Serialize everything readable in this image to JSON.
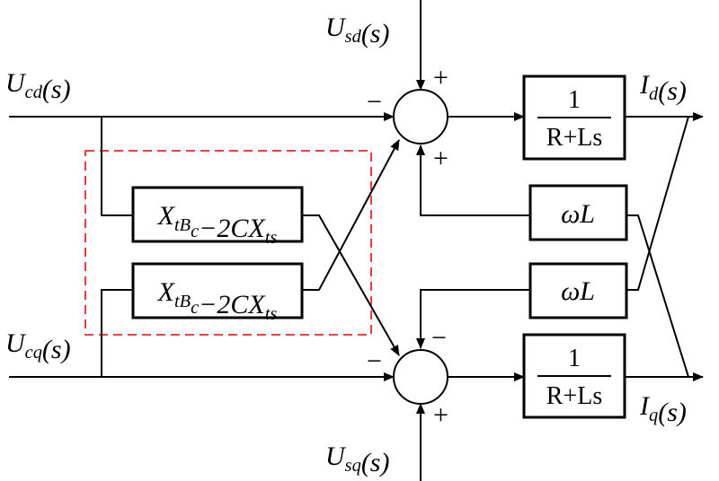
{
  "inputs": {
    "ucd": "U_cd(s)",
    "ucq": "U_cq(s)",
    "usd": "U_sd(s)",
    "usq": "U_sq(s)"
  },
  "outputs": {
    "id": "I_d(s)",
    "iq": "I_q(s)"
  },
  "blocks": {
    "coupling_top": "X_tB_c−2CX_ts",
    "coupling_bottom": "X_tB_c−2CX_ts",
    "plant_top_num": "1",
    "plant_top_den": "R+Ls",
    "plant_bottom_num": "1",
    "plant_bottom_den": "R+Ls",
    "wl_top": "ωL",
    "wl_bottom": "ωL"
  },
  "signs": {
    "top_sum_left": "−",
    "top_sum_top": "+",
    "top_sum_bottom": "+",
    "bottom_sum_left": "−",
    "bottom_sum_top": "−",
    "bottom_sum_bottom": "+"
  },
  "colors": {
    "lines": "#000000",
    "dashed_region": "#e8262b"
  }
}
